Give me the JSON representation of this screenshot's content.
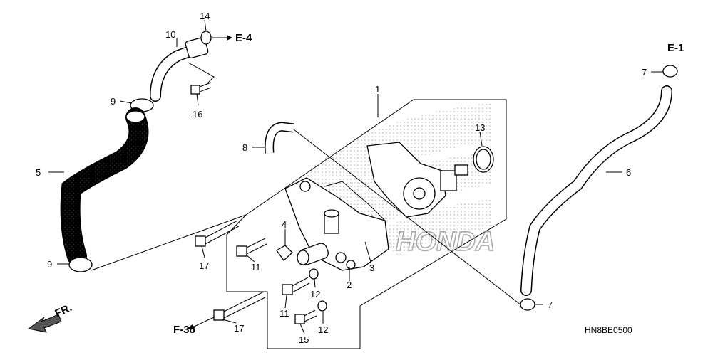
{
  "diagram": {
    "callouts": [
      {
        "id": "1",
        "text": "1"
      },
      {
        "id": "2",
        "text": "2"
      },
      {
        "id": "3",
        "text": "3"
      },
      {
        "id": "4",
        "text": "4"
      },
      {
        "id": "5",
        "text": "5"
      },
      {
        "id": "6",
        "text": "6"
      },
      {
        "id": "7a",
        "text": "7"
      },
      {
        "id": "7b",
        "text": "7"
      },
      {
        "id": "8",
        "text": "8"
      },
      {
        "id": "9a",
        "text": "9"
      },
      {
        "id": "9b",
        "text": "9"
      },
      {
        "id": "10",
        "text": "10"
      },
      {
        "id": "11a",
        "text": "11"
      },
      {
        "id": "11b",
        "text": "11"
      },
      {
        "id": "12a",
        "text": "12"
      },
      {
        "id": "12b",
        "text": "12"
      },
      {
        "id": "13",
        "text": "13"
      },
      {
        "id": "14",
        "text": "14"
      },
      {
        "id": "15",
        "text": "15"
      },
      {
        "id": "16",
        "text": "16"
      },
      {
        "id": "17a",
        "text": "17"
      },
      {
        "id": "17b",
        "text": "17"
      }
    ],
    "references": {
      "e4": "E-4",
      "e1": "E-1",
      "f38": "F-38",
      "front": "FR."
    },
    "diagram_code": "HN8BE0500"
  }
}
